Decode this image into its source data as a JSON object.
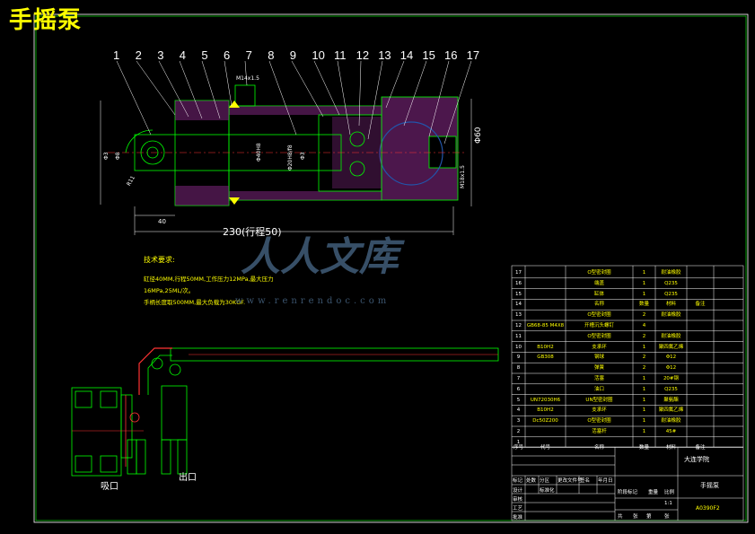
{
  "title": "手摇泵",
  "part_numbers": [
    "1",
    "2",
    "3",
    "4",
    "5",
    "6",
    "7",
    "8",
    "9",
    "10",
    "11",
    "12",
    "13",
    "14",
    "15",
    "16",
    "17"
  ],
  "dims": {
    "thread_top": "M14x1.5",
    "length": "230(行程50)",
    "d40": "40",
    "dia60": "Φ60",
    "thread_right": "M18x1.5",
    "r_left": "R11",
    "d1": "Φ3",
    "d2": "Φ8",
    "d_bore": "Φ40H8",
    "d_pist": "Φ20H8/f8",
    "d_small": "Φ3"
  },
  "tech_requirements": {
    "heading": "技术要求:",
    "lines": [
      "缸径40MM,行程50MM,工作压力12MPa,最大压力",
      "16MPa,25ML/次。",
      "手柄长度取500MM,最大负载为30KGF."
    ]
  },
  "ports": {
    "suction": "吸口",
    "outlet": "出口"
  },
  "watermark": {
    "cn": "人人文库",
    "url": "www.renrendoc.com"
  },
  "bom": {
    "rows": [
      {
        "no": "17",
        "code": "",
        "name": "O型密封圈",
        "qty": "1",
        "material": "耐油橡胶",
        "note": ""
      },
      {
        "no": "16",
        "code": "",
        "name": "端盖",
        "qty": "1",
        "material": "Q235",
        "note": ""
      },
      {
        "no": "15",
        "code": "",
        "name": "缸体",
        "qty": "1",
        "material": "Q235",
        "note": ""
      },
      {
        "no": "14",
        "code": "",
        "name": "名称",
        "qty": "数量",
        "material": "材料",
        "note": "备注",
        "hdr": true
      },
      {
        "no": "13",
        "code": "",
        "name": "O型密封圈",
        "qty": "2",
        "material": "耐油橡胶",
        "note": ""
      },
      {
        "no": "12",
        "code": "GB68-85 M4X8",
        "name": "开槽沉头螺钉",
        "qty": "4",
        "material": "",
        "note": ""
      },
      {
        "no": "11",
        "code": "",
        "name": "O型密封圈",
        "qty": "2",
        "material": "耐油橡胶",
        "note": ""
      },
      {
        "no": "10",
        "code": "B10H2",
        "name": "支承环",
        "qty": "1",
        "material": "聚四氟乙烯",
        "note": ""
      },
      {
        "no": "9",
        "code": "GB308",
        "name": "钢球",
        "qty": "2",
        "material": "Φ12",
        "note": ""
      },
      {
        "no": "8",
        "code": "",
        "name": "弹簧",
        "qty": "2",
        "material": "Φ12",
        "note": ""
      },
      {
        "no": "7",
        "code": "",
        "name": "活塞",
        "qty": "1",
        "material": "20#钢",
        "note": ""
      },
      {
        "no": "6",
        "code": "",
        "name": "油口",
        "qty": "1",
        "material": "Q235",
        "note": ""
      },
      {
        "no": "5",
        "code": "UN72030H6",
        "name": "UN型密封圈",
        "qty": "1",
        "material": "聚氨酯",
        "note": ""
      },
      {
        "no": "4",
        "code": "B10H2",
        "name": "支承环",
        "qty": "1",
        "material": "聚四氟乙烯",
        "note": ""
      },
      {
        "no": "3",
        "code": "Dc50Z200",
        "name": "O型密封圈",
        "qty": "1",
        "material": "耐油橡胶",
        "note": ""
      },
      {
        "no": "2",
        "code": "",
        "name": "活塞杆",
        "qty": "1",
        "material": "45#",
        "note": ""
      }
    ],
    "header": {
      "no": "序号",
      "code": "代号",
      "name": "名称",
      "qty": "数量",
      "material": "材料",
      "note": "备注"
    },
    "title_block": {
      "school": "大连学院",
      "drawing_name": "手摇泵",
      "code": "A0390F2",
      "labels": [
        "标记",
        "处数",
        "分区",
        "更改文件号",
        "签名",
        "年月日",
        "设计",
        "标准化",
        "阶段标记",
        "重量",
        "比例",
        "审核",
        "工艺",
        "批准",
        "共",
        "张",
        "第",
        "张"
      ],
      "scale": "1:1"
    }
  }
}
